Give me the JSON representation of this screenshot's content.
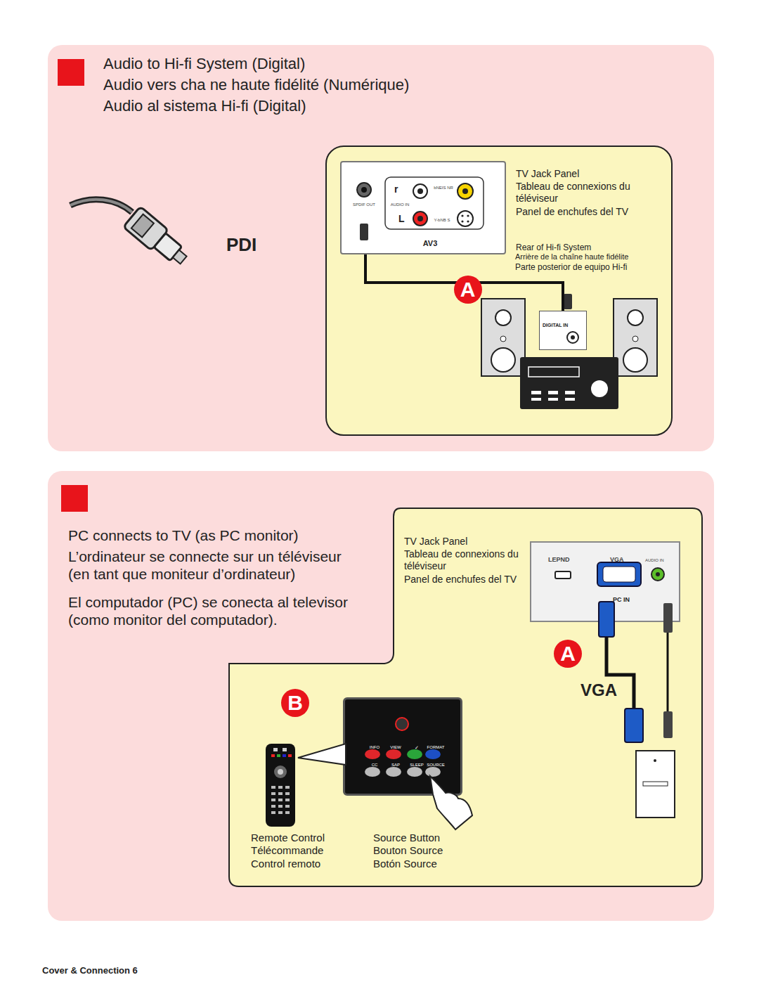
{
  "diagram": {
    "nodes": [
      {
        "text": [
          "Audio to Hi-fi System (Digital)",
          "Audio vers cha ne haute fidélité (Numérique)",
          "Audio al sistema Hi-fi (Digital)"
        ]
      },
      {
        "text": [
          "TV Jack Panel",
          "Tableau de connexions du téléviseur",
          "Panel de enchufes del TV",
          "Rear of Hi-fi System",
          "Arrière de la chaîne haute fidélite",
          "Parte posterior de equipo Hi-fi"
        ],
        "in": 0
      },
      {
        "text": [
          "AV3"
        ],
        "in": 1
      },
      {
        "text": [
          "DIGITAL IN"
        ],
        "in": 1
      },
      {
        "text": [
          "PC connects to TV (as PC monitor)",
          "L’ordinateur se connecte sur un téléviseur (en tant que moniteur d’ordinateur)",
          "El computador (PC) se conecta al televisor (como monitor del computador)."
        ]
      },
      {
        "text": [
          "TV Jack Panel",
          "Tableau de connexions du téléviseur",
          "Panel de enchufes del TV",
          "Remote Control",
          "Télécommande",
          "Control remoto",
          "Source Button",
          "Bouton Source",
          "Botón Source"
        ],
        "in": 4
      },
      {
        "text": [
          "PC IN"
        ],
        "in": 5
      },
      {
        "text": [
          "INFO",
          "VIEW",
          "✓",
          "FORMAT",
          "CC",
          "SAP",
          "SLEEP",
          "SOURCE"
        ],
        "in": 5
      }
    ],
    "edges": [
      {
        "from": 2,
        "to": 3,
        "label": "A",
        "arrow": "none"
      }
    ],
    "labels": [
      "PDI",
      "SPDIF OUT",
      "AUDIO IN",
      "r",
      "L",
      "bNEIS NR",
      "Y-bNB S",
      "LEPND",
      "VGA",
      "AUDIO IN",
      "A",
      "VGA",
      "B",
      "Cover & Connection 6"
    ]
  }
}
